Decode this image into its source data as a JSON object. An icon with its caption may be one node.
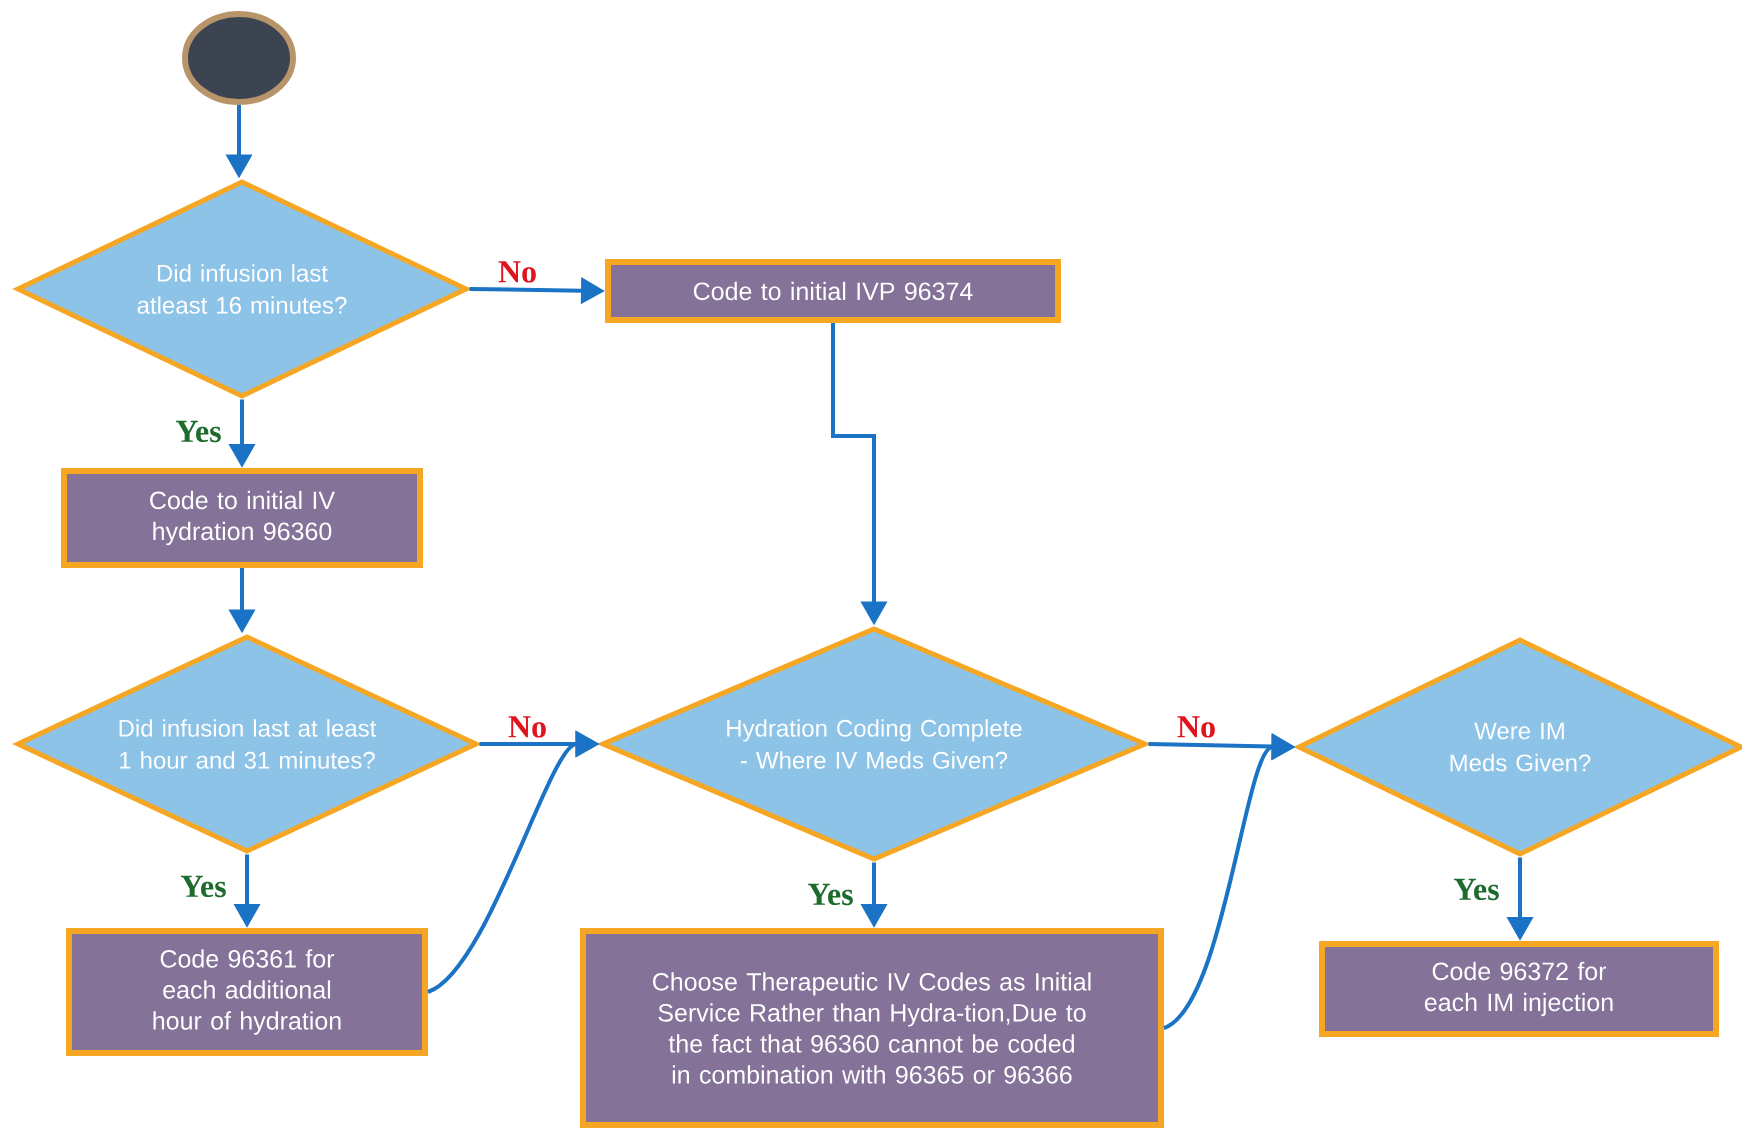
{
  "diagram": {
    "nodes": [
      {
        "text": [],
        "shape": "circle"
      },
      {
        "text": [
          "Did infusion last atleast 16 minutes?"
        ]
      },
      {
        "text": [
          "Code to initial IVP 96374"
        ]
      },
      {
        "text": [
          "Code to initial IV hydration 96360"
        ]
      },
      {
        "text": [
          "Did infusion last at least 1 hour and 31 minutes?"
        ]
      },
      {
        "text": [
          "Hydration Coding Complete - Where IV Meds Given?"
        ]
      },
      {
        "text": [
          "Were IM Meds Given?"
        ]
      },
      {
        "text": [
          "Code 96361 for each additional hour of hydration"
        ]
      },
      {
        "text": [
          "Choose Therapeutic IV Codes as Initial Service Rather than Hydra-tion,Due to the fact that 96360 cannot be coded in combination with 96365 or 96366"
        ]
      },
      {
        "text": [
          "Code 96372 for each IM injection"
        ]
      }
    ],
    "edges": [
      {
        "from": 0,
        "to": 1,
        "arrow": "to"
      },
      {
        "from": 1,
        "to": 2,
        "arrow": "to",
        "label": "No"
      },
      {
        "from": 1,
        "to": 3,
        "arrow": "to",
        "label": "Yes"
      },
      {
        "from": 2,
        "to": 5,
        "arrow": "to"
      },
      {
        "from": 3,
        "to": 4,
        "arrow": "to"
      },
      {
        "from": 4,
        "to": 5,
        "arrow": "to",
        "label": "No"
      },
      {
        "from": 4,
        "to": 7,
        "arrow": "to",
        "label": "Yes"
      },
      {
        "from": 7,
        "to": 5,
        "arrow": "to"
      },
      {
        "from": 5,
        "to": 6,
        "arrow": "to",
        "label": "No"
      },
      {
        "from": 5,
        "to": 8,
        "arrow": "to",
        "label": "Yes"
      },
      {
        "from": 8,
        "to": 6,
        "arrow": "to"
      },
      {
        "from": 6,
        "to": 9,
        "arrow": "to",
        "label": "Yes"
      }
    ]
  }
}
